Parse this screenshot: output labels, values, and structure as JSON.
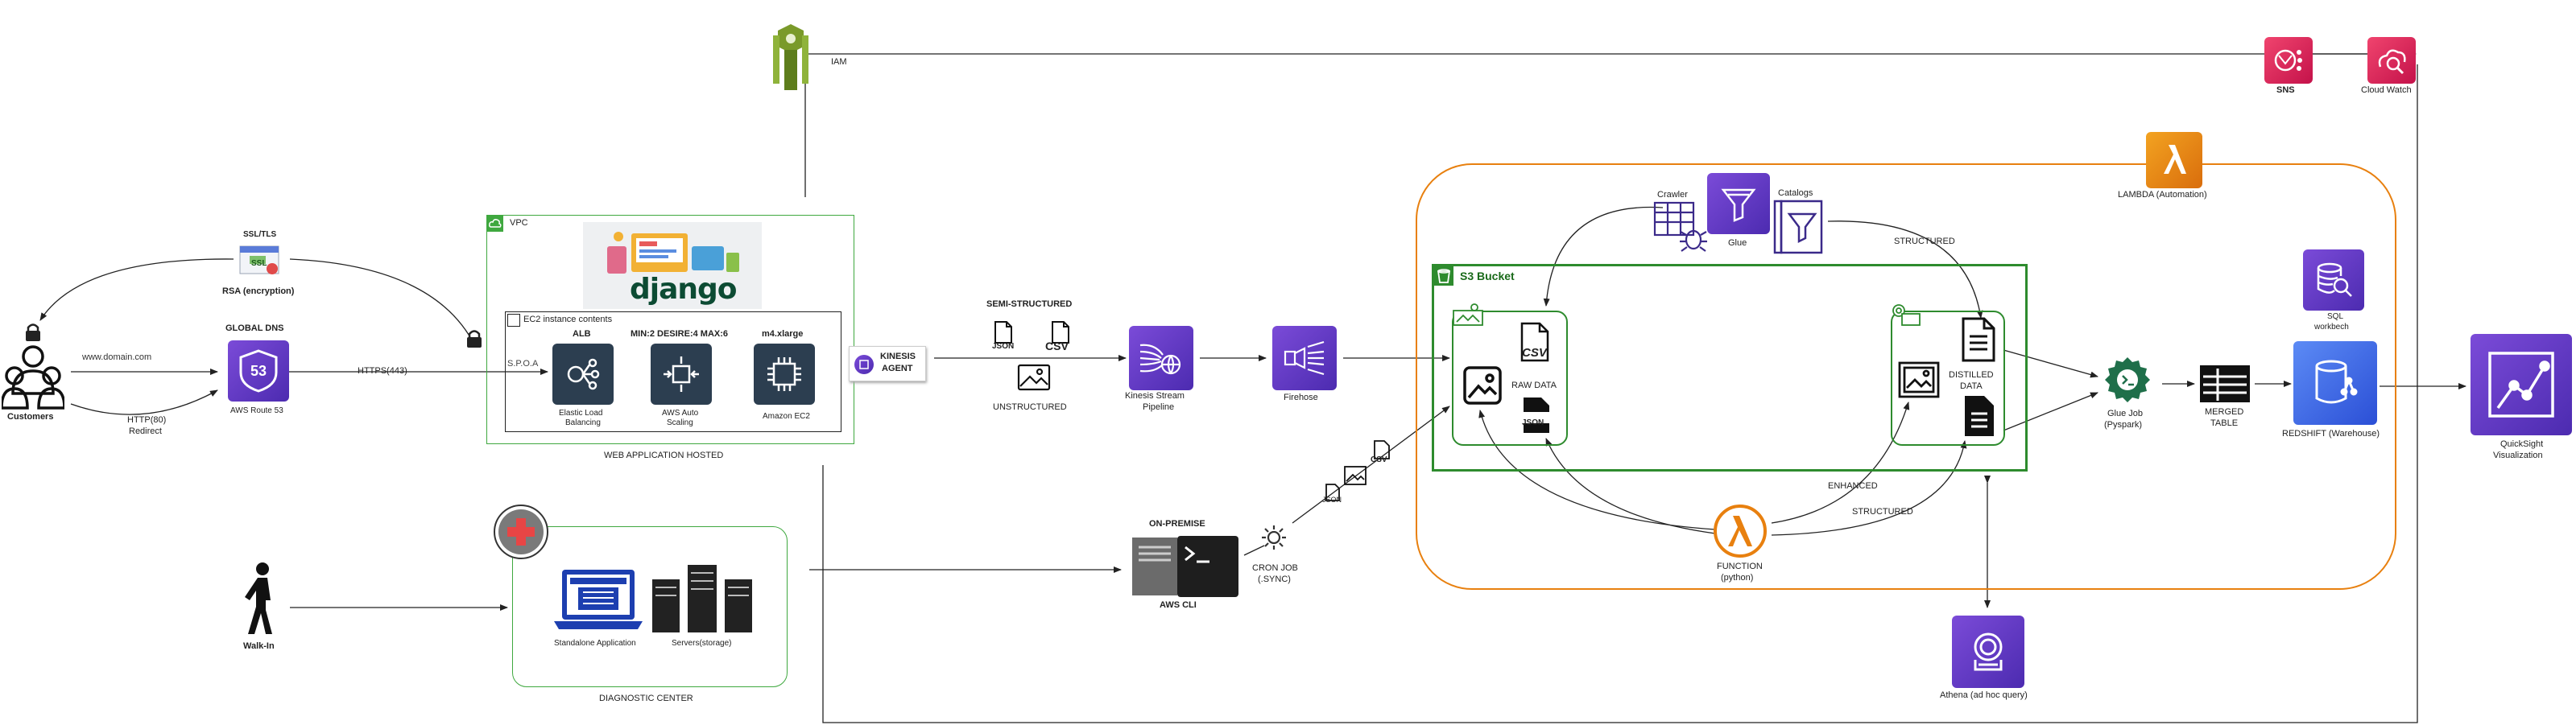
{
  "labels": {
    "iam": "IAM",
    "sns": "SNS",
    "cloudwatch": "Cloud Watch",
    "lambda_automation": "LAMBDA  (Automation)",
    "ssl_tls": "SSL/TLS",
    "ssl_badge": "SSL",
    "rsa": "RSA (encryption)",
    "customers": "Customers",
    "domain": "www.domain.com",
    "http_redirect_1": "HTTP(80)",
    "http_redirect_2": "Redirect",
    "global_dns": "GLOBAL DNS",
    "route53": "AWS Route 53",
    "route53_glyph": "53",
    "https": "HTTPS(443)",
    "vpc": "VPC",
    "django": "django",
    "ec2_contents": "EC2 instance contents",
    "spoa": "S.P.O.A",
    "alb": "ALB",
    "elb_1": "Elastic Load",
    "elb_2": "Balancing",
    "min_desire_max": "MIN:2 DESIRE:4 MAX:6",
    "auto_1": "AWS Auto",
    "auto_2": "Scaling",
    "instance_type": "m4.xlarge",
    "ec2": "Amazon EC2",
    "web_hosted": "WEB APPLICATION HOSTED",
    "kinesis_agent_1": "KINESIS",
    "kinesis_agent_2": "AGENT",
    "semi_structured": "SEMI-STRUCTURED",
    "json": "JSON",
    "csv": "CSV",
    "unstructured": "UNSTRUCTURED",
    "kinesis_stream_1": "Kinesis Stream",
    "kinesis_stream_2": "Pipeline",
    "firehose": "Firehose",
    "crawler": "Crawler",
    "glue": "Glue",
    "catalogs": "Catalogs",
    "structured_top": "STRUCTURED",
    "s3_bucket": "S3 Bucket",
    "raw_data": "RAW DATA",
    "distilled_1": "DISTILLED",
    "distilled_2": "DATA",
    "enhanced": "ENHANCED",
    "structured_bottom": "STRUCTURED",
    "function_1": "FUNCTION",
    "function_2": "(python)",
    "glue_job_1": "Glue Job",
    "glue_job_2": "(Pyspark)",
    "merged_1": "MERGED",
    "merged_2": "TABLE",
    "sql_1": "SQL",
    "sql_2": "workbech",
    "redshift": "REDSHIFT (Warehouse)",
    "quicksight_1": "QuickSight",
    "quicksight_2": "Visualization",
    "athena": "Athena (ad hoc query)",
    "on_premise": "ON-PREMISE",
    "aws_cli": "AWS CLI",
    "cron_1": "CRON JOB",
    "cron_2": "(.SYNC)",
    "walk_in": "Walk-In",
    "standalone": "Standalone Application",
    "servers": "Servers(storage)",
    "diagnostic_center": "DIAGNOSTIC CENTER"
  },
  "colors": {
    "aws_purple": "#6f3fd6",
    "lambda_orange": "#e8800f",
    "s3_green": "#2e8b2e",
    "vpc_green": "#3fa83f",
    "iam_green": "#6b8e23",
    "sns_pink": "#d6245a",
    "arrow": "#222222"
  }
}
